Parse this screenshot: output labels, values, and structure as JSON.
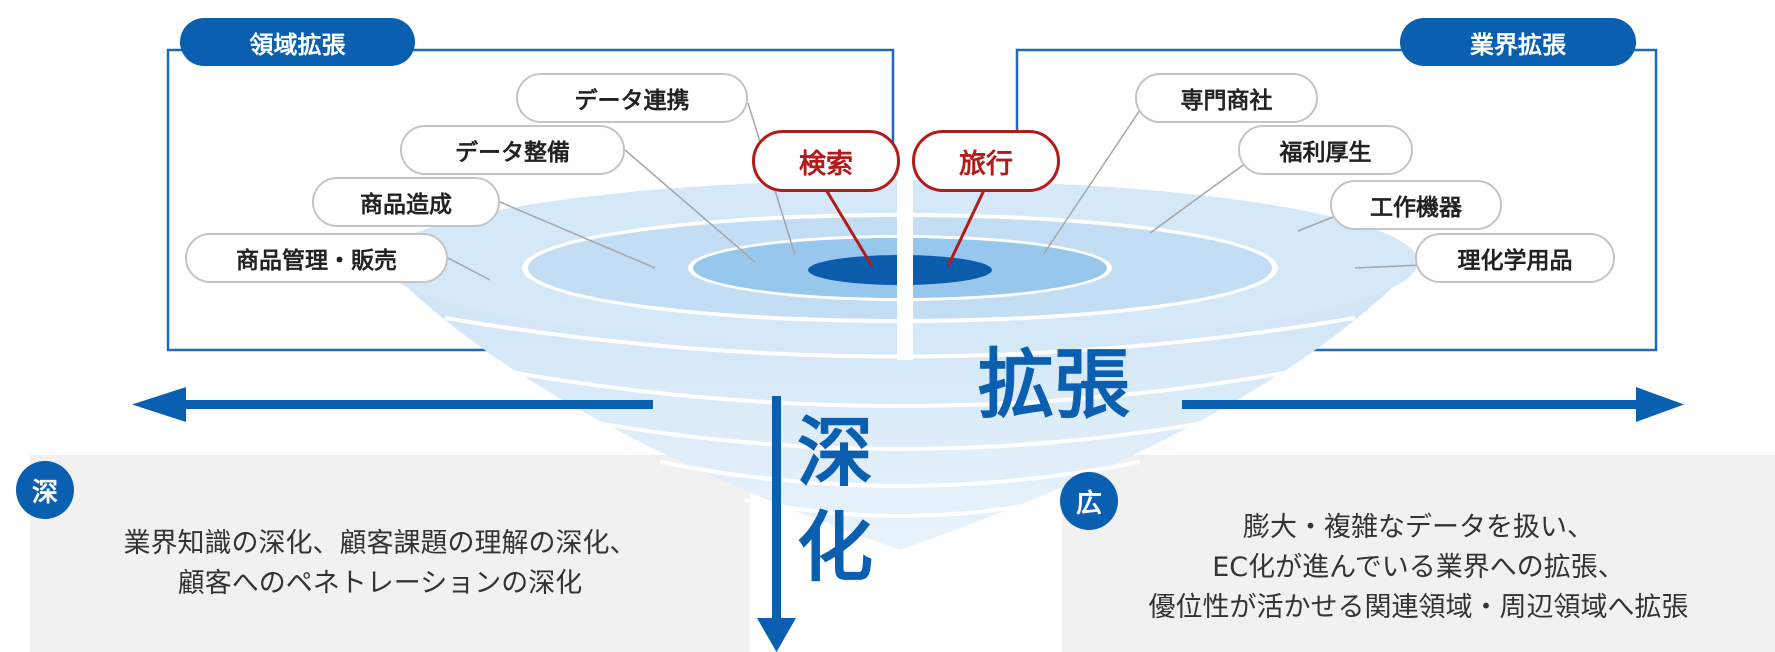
{
  "left_frame": {
    "title": "領域拡張"
  },
  "right_frame": {
    "title": "業界拡張"
  },
  "core_tags": [
    "検索",
    "旅行"
  ],
  "left_labels": [
    "データ連携",
    "データ整備",
    "商品造成",
    "商品管理・販売"
  ],
  "right_labels": [
    "専門商社",
    "福利厚生",
    "工作機器",
    "理化学用品"
  ],
  "axis_labels": {
    "horizontal": "拡張",
    "vertical_top": "深",
    "vertical_bottom": "化"
  },
  "panels": {
    "deepen": {
      "badge": "深",
      "lines": [
        "業界知識の深化、顧客課題の理解の深化、",
        "顧客へのペネトレーションの深化"
      ]
    },
    "broaden": {
      "badge": "広",
      "lines": [
        "膨大・複雑なデータを扱い、",
        "EC化が進んでいる業界への拡張、",
        "優位性が活かせる関連領域・周辺領域へ拡張"
      ]
    }
  },
  "colors": {
    "accent": "#0a5fb0",
    "core": "#b31b1b",
    "panel_bg": "#f1f1f1"
  }
}
